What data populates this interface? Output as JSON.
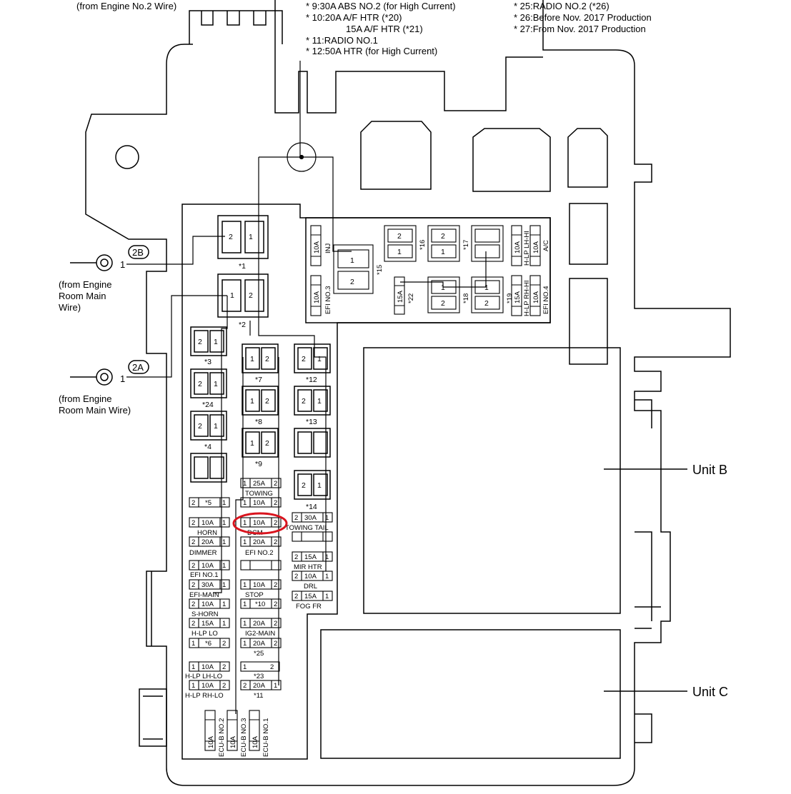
{
  "notes_center": [
    "* 9:30A ABS NO.2 (for High Current)",
    "* 10:20A A/F HTR (*20)",
    "15A A/F HTR (*21)",
    "* 11:RADIO NO.1",
    "* 12:50A HTR (for High Current)"
  ],
  "notes_right": [
    "* 25:RADIO NO.2 (*26)",
    "* 26:Before Nov. 2017 Production",
    "* 27:From Nov. 2017 Production"
  ],
  "labels": {
    "from_engine_no2": "(from Engine No.2 Wire)",
    "from_engine_room_main_1": [
      "(from Engine",
      "Room Main",
      "Wire)"
    ],
    "from_engine_room_main_2": [
      "(from Engine",
      "Room Main Wire)"
    ],
    "conn_2b": "2B",
    "conn_2a": "2A",
    "pin_1": "1",
    "unit_b": "Unit B",
    "unit_c": "Unit C"
  },
  "relays": {
    "r1": {
      "id": "*1",
      "pins": [
        "2",
        "1"
      ]
    },
    "r2": {
      "id": "*2",
      "pins": [
        "1",
        "2"
      ]
    },
    "r3": {
      "id": "*3",
      "pins": [
        "2",
        "1"
      ]
    },
    "r24": {
      "id": "*24",
      "pins": [
        "2",
        "1"
      ]
    },
    "r4": {
      "id": "*4",
      "pins": [
        "2",
        "1"
      ]
    },
    "r7": {
      "id": "*7",
      "pins": [
        "1",
        "2"
      ]
    },
    "r8": {
      "id": "*8",
      "pins": [
        "1",
        "2"
      ]
    },
    "r9": {
      "id": "*9",
      "pins": [
        "1",
        "2"
      ]
    },
    "r12": {
      "id": "*12",
      "pins": [
        "2",
        "1"
      ]
    },
    "r13": {
      "id": "*13",
      "pins": [
        "2",
        "1"
      ]
    },
    "r14": {
      "id": "*14",
      "pins": [
        "2",
        "1"
      ]
    },
    "r15": {
      "id": "*15",
      "pins": [
        "1",
        "2"
      ]
    },
    "r16": {
      "id": "*16",
      "pins": [
        "2",
        "1"
      ]
    },
    "r17": {
      "id": "*17",
      "pins": [
        "2",
        "1"
      ]
    },
    "r18": {
      "id": "*18",
      "pins": [
        "1",
        "2"
      ]
    },
    "r19": {
      "id": "*19",
      "pins": [
        "1",
        "2"
      ]
    }
  },
  "fuses": {
    "towing": {
      "amp": "25A",
      "name": "TOWING"
    },
    "f5": {
      "id": "*5"
    },
    "ecu_ig1": {
      "amp": "10A"
    },
    "horn": {
      "amp": "10A",
      "name": "HORN"
    },
    "dcm": {
      "amp": "10A",
      "name": "DCM"
    },
    "towing_tail": {
      "amp": "30A",
      "name": "TOWING TAIL"
    },
    "dimmer": {
      "amp": "20A",
      "name": "DIMMER"
    },
    "efi_no2": {
      "amp": "20A",
      "name": "EFI NO.2"
    },
    "mir_htr": {
      "amp": "15A",
      "name": "MIR HTR"
    },
    "efi_no1": {
      "amp": "10A",
      "name": "EFI NO.1"
    },
    "drl": {
      "amp": "10A",
      "name": "DRL"
    },
    "efi_main": {
      "amp": "30A",
      "name": "EFI-MAIN"
    },
    "stop": {
      "amp": "10A",
      "name": "STOP"
    },
    "fog_fr": {
      "amp": "15A",
      "name": "FOG FR"
    },
    "s_horn": {
      "amp": "10A",
      "name": "S-HORN"
    },
    "f10": {
      "id": "*10"
    },
    "hlp_lo": {
      "amp": "15A",
      "name": "H-LP LO"
    },
    "ig2_main": {
      "amp": "20A",
      "name": "IG2-MAIN"
    },
    "f6": {
      "id": "*6"
    },
    "f25": {
      "amp": "20A",
      "id": "*25"
    },
    "hlp_lh_lo": {
      "amp": "10A",
      "name": "H-LP LH-LO"
    },
    "f23": {
      "id": "*23"
    },
    "hlp_rh_lo": {
      "amp": "10A",
      "name": "H-LP RH-LO"
    },
    "f11": {
      "amp": "20A",
      "id": "*11"
    },
    "ecub_no2": {
      "amp": "10A",
      "name": "ECU-B NO.2"
    },
    "ecub_no3": {
      "amp": "10A",
      "name": "ECU-B NO.3"
    },
    "ecub_no1": {
      "amp": "10A",
      "name": "ECU-B NO.1"
    },
    "inj": {
      "amp": "10A",
      "name": "INJ"
    },
    "efi_no3": {
      "amp": "10A",
      "name": "EFI NO.3"
    },
    "f22": {
      "amp": "15A",
      "id": "*22"
    },
    "hlp_lh_hi": {
      "amp": "10A",
      "name": "H-LP LH-HI"
    },
    "ac": {
      "amp": "10A",
      "name": "A/C"
    },
    "hlp_rh_hi": {
      "amp": "15A",
      "name": "H-LP RH-HI"
    },
    "efi_no4": {
      "amp": "10A",
      "name": "EFI NO.4"
    }
  },
  "colors": {
    "highlight": "#d9141e",
    "line": "#000000"
  }
}
